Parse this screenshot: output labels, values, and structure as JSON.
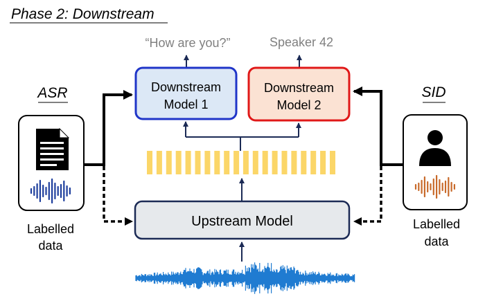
{
  "title": "Phase 2: Downstream",
  "outputs": {
    "asr": "“How are you?”",
    "sid": "Speaker 42"
  },
  "downstream1": {
    "line1": "Downstream",
    "line2": "Model 1"
  },
  "downstream2": {
    "line1": "Downstream",
    "line2": "Model 2"
  },
  "upstream": {
    "label": "Upstream Model"
  },
  "left": {
    "task": "ASR",
    "caption1": "Labelled",
    "caption2": "data"
  },
  "right": {
    "task": "SID",
    "caption1": "Labelled",
    "caption2": "data"
  },
  "features": {
    "count": 20
  },
  "colors": {
    "downstream1_fill": "#dce8f6",
    "downstream1_border": "#1f35c8",
    "downstream2_fill": "#fbe2d3",
    "downstream2_border": "#e01818",
    "upstream_fill": "#e6e9ec",
    "upstream_border": "#1b2a55",
    "arrow": "#1b2a55",
    "feature_bar": "#fbd668",
    "waveform": "#1f7bd1",
    "asr_wave": "#1c3d9c",
    "sid_wave": "#c86a2a",
    "output_text": "#808080"
  },
  "icons": {
    "asr_document": "document-icon",
    "sid_speaker": "person-icon",
    "input_audio": "waveform-icon"
  }
}
